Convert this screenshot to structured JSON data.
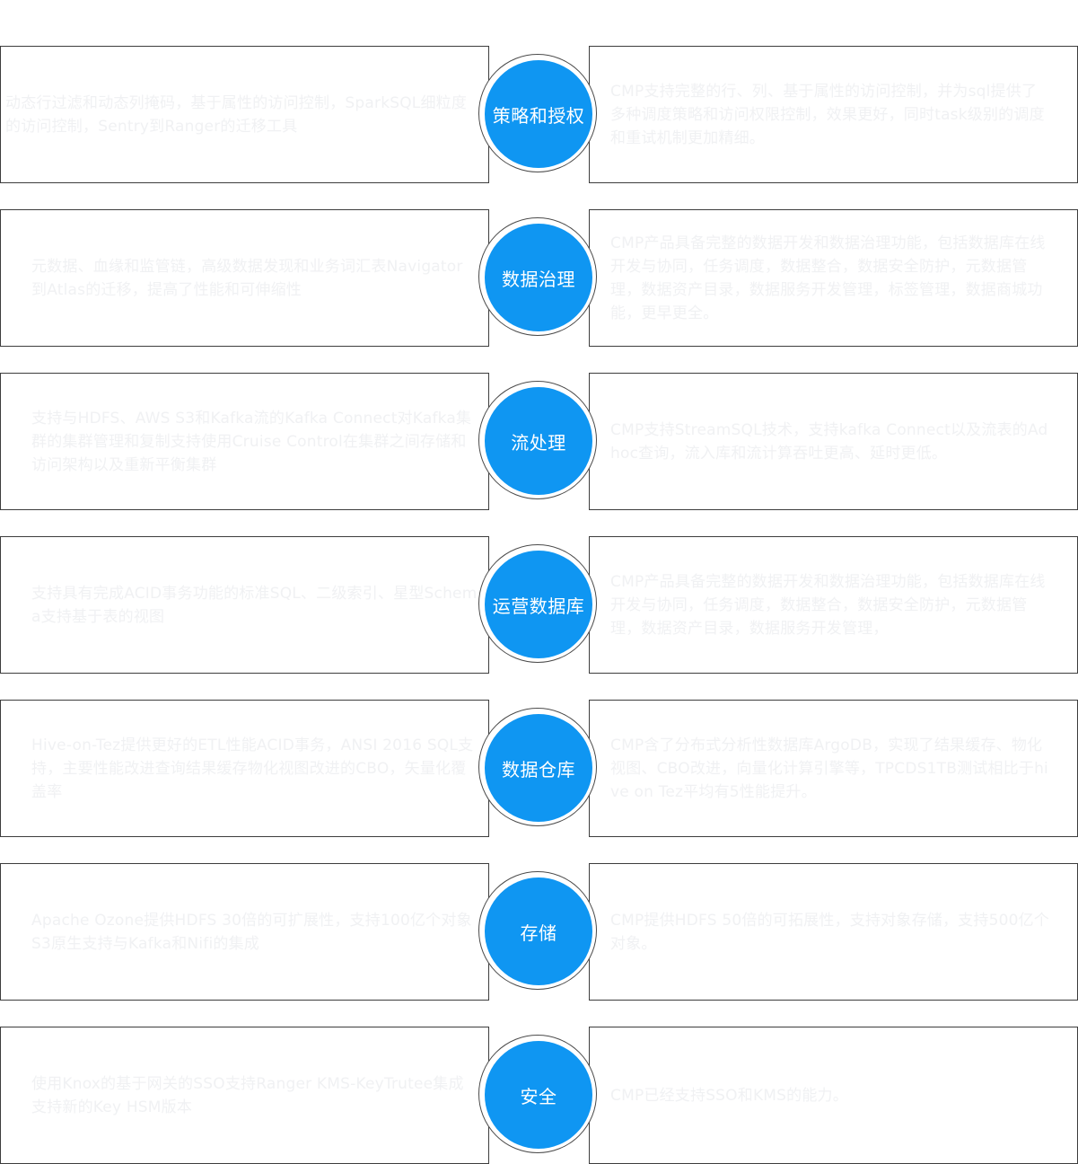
{
  "rows": [
    {
      "title": "策略和授权",
      "left": "动态行过滤和动态列掩码，基于属性的访问控制，SparkSQL细粒度的访问控制，Sentry到Ranger的迁移工具",
      "right": "CMP支持完整的行、列、基于属性的访问控制，并为sql提供了多种调度策略和访问权限控制，效果更好，同时task级别的调度和重试机制更加精细。"
    },
    {
      "title": "数据治理",
      "left": "元数据、血缘和监管链，高级数据发现和业务词汇表Navigator到Atlas的迁移，提高了性能和可伸缩性",
      "right": "CMP产品具备完整的数据开发和数据治理功能，包括数据库在线开发与协同，任务调度，数据整合，数据安全防护，元数据管理，数据资产目录，数据服务开发管理，标签管理，数据商城功能，更早更全。"
    },
    {
      "title": "流处理",
      "left": "支持与HDFS、AWS S3和Kafka流的Kafka Connect对Kafka集群的集群管理和复制支持使用Cruise Control在集群之间存储和访问架构以及重新平衡集群",
      "right": "CMP支持StreamSQL技术，支持kafka Connect以及流表的Adhoc查询，流入库和流计算吞吐更高、延时更低。"
    },
    {
      "title": "运营数据库",
      "left": "支持具有完成ACID事务功能的标准SQL、二级索引、星型Schema支持基于表的视图",
      "right": "CMP产品具备完整的数据开发和数据治理功能，包括数据库在线开发与协同，任务调度，数据整合，数据安全防护，元数据管理，数据资产目录，数据服务开发管理，"
    },
    {
      "title": "数据仓库",
      "left": "Hive-on-Tez提供更好的ETL性能ACID事务，ANSI 2016 SQL支持，主要性能改进查询结果缓存物化视图改进的CBO，矢量化覆盖率",
      "right": "CMP含了分布式分析性数据库ArgoDB，实现了结果缓存、物化视图、CBO改进，向量化计算引擎等，TPCDS1TB测试相比于hive on Tez平均有5性能提升。"
    },
    {
      "title": "存储",
      "left": "Apache Ozone提供HDFS 30倍的可扩展性，支持100亿个对象S3原生支持与Kafka和Nifi的集成",
      "right": "CMP提供HDFS 50倍的可拓展性，支持对象存储，支持500亿个对象。"
    },
    {
      "title": "安全",
      "left": "使用Knox的基于网关的SSO支持Ranger KMS-KeyTrutee集成支持新的Key HSM版本",
      "right": "CMP已经支持SSO和KMS的能力。"
    }
  ],
  "colors": {
    "circle": "#0f96f2",
    "circle_text": "#ffffff",
    "box_border": "#3d3d3d",
    "box_text": "#f0f1f3"
  }
}
